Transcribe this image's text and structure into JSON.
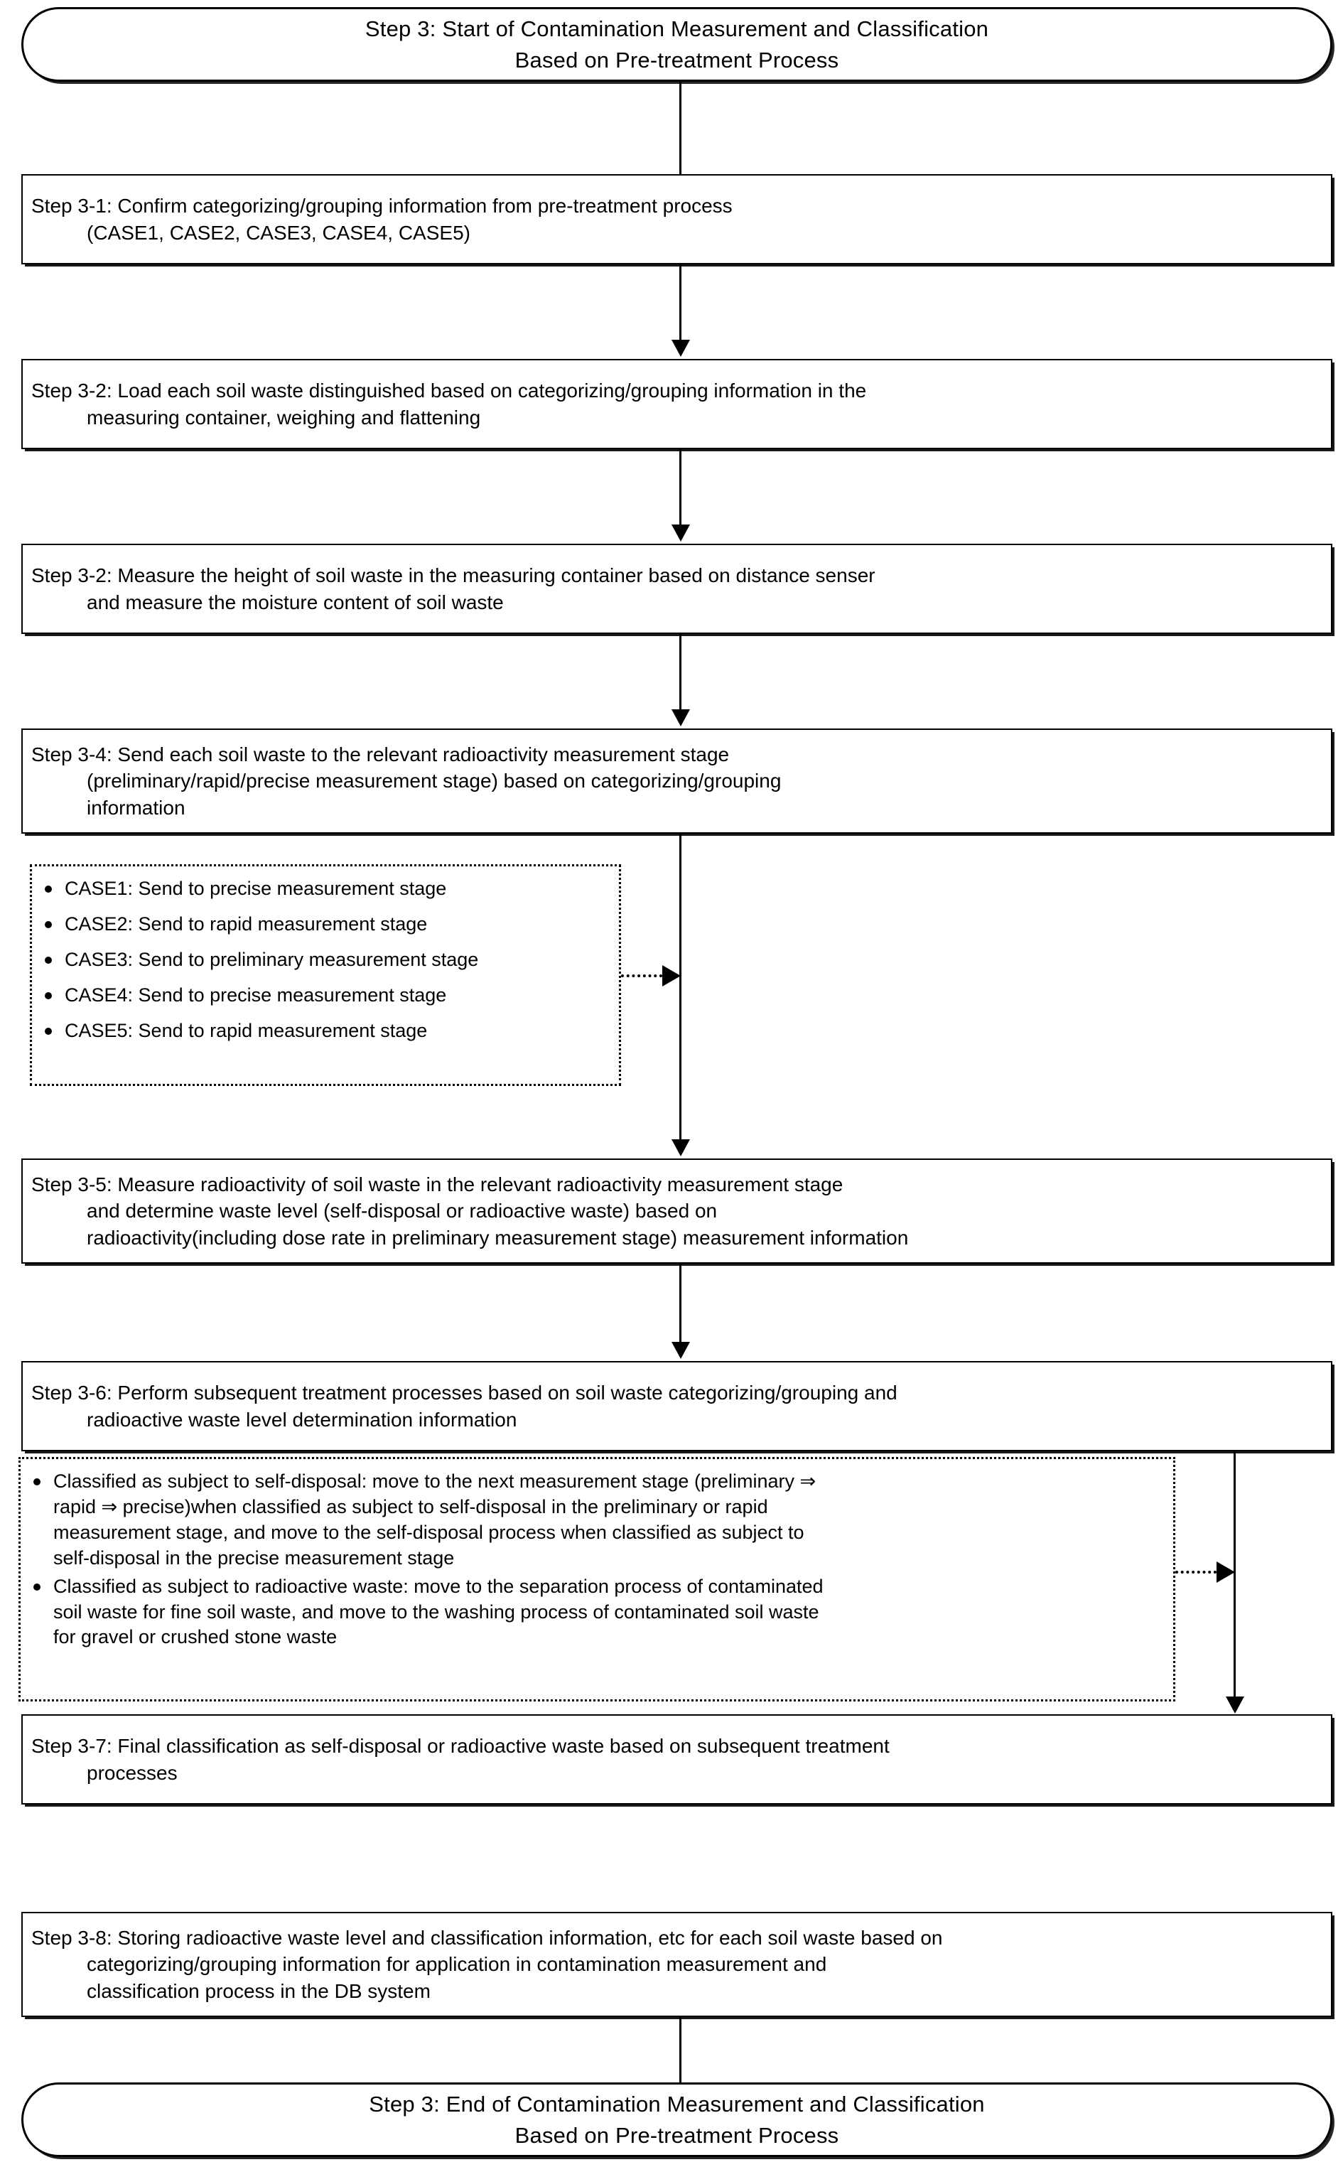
{
  "diagram": {
    "title": "Step 3: Contamination Measurement and Classification Flowchart",
    "colors": {
      "stroke": "#000000",
      "background": "#ffffff"
    }
  },
  "start": {
    "line1": "Step 3: Start of Contamination Measurement and Classification",
    "line2": "Based on Pre-treatment Process"
  },
  "end": {
    "line1": "Step 3: End of Contamination Measurement and Classification",
    "line2": "Based on Pre-treatment Process"
  },
  "steps": {
    "s31": {
      "line1": "Step 3-1: Confirm categorizing/grouping information from pre-treatment process",
      "line2": "(CASE1, CASE2, CASE3, CASE4, CASE5)"
    },
    "s32a": {
      "line1": "Step 3-2: Load each soil waste distinguished based on categorizing/grouping information in the",
      "line2": "measuring container, weighing and flattening"
    },
    "s32b": {
      "line1": "Step 3-2: Measure the height of soil waste in the measuring container based on distance senser",
      "line2": "and measure the moisture content of soil waste"
    },
    "s34": {
      "line1": "Step 3-4: Send each soil waste to the relevant radioactivity measurement stage",
      "line2": "(preliminary/rapid/precise measurement stage) based on categorizing/grouping",
      "line3": "information"
    },
    "s35": {
      "line1": "Step 3-5: Measure radioactivity of soil waste in the relevant radioactivity measurement stage",
      "line2": "and determine waste level (self-disposal or radioactive waste) based on",
      "line3": "radioactivity(including dose rate in preliminary measurement stage) measurement information"
    },
    "s36": {
      "line1": "Step 3-6: Perform subsequent treatment processes based on soil waste categorizing/grouping and",
      "line2": "radioactive waste level determination information"
    },
    "s37": {
      "line1": "Step 3-7: Final classification as self-disposal or radioactive waste based on subsequent treatment",
      "line2": "processes"
    },
    "s38": {
      "line1": "Step 3-8: Storing radioactive waste level and classification information, etc for each soil waste based on",
      "line2": "categorizing/grouping information for application in contamination measurement and",
      "line3": "classification process in the DB system"
    }
  },
  "case_note": {
    "items": [
      "CASE1: Send to precise measurement stage",
      "CASE2: Send to rapid measurement stage",
      "CASE3: Send to preliminary measurement stage",
      "CASE4: Send to precise measurement stage",
      "CASE5: Send to rapid measurement stage"
    ]
  },
  "classification_note": {
    "item1": {
      "line1": "Classified as subject to self-disposal: move to the next measurement stage (preliminary ⇒",
      "line2": "rapid ⇒ precise)when classified as subject to self-disposal in the preliminary or rapid",
      "line3": "measurement stage, and move to the self-disposal process when classified as subject to",
      "line4": "self-disposal in the precise measurement stage"
    },
    "item2": {
      "line1": "Classified as subject to radioactive waste: move to the separation process of contaminated",
      "line2": "soil waste for fine soil waste, and move to the washing process of contaminated soil waste",
      "line3": "for gravel or crushed stone waste"
    }
  }
}
